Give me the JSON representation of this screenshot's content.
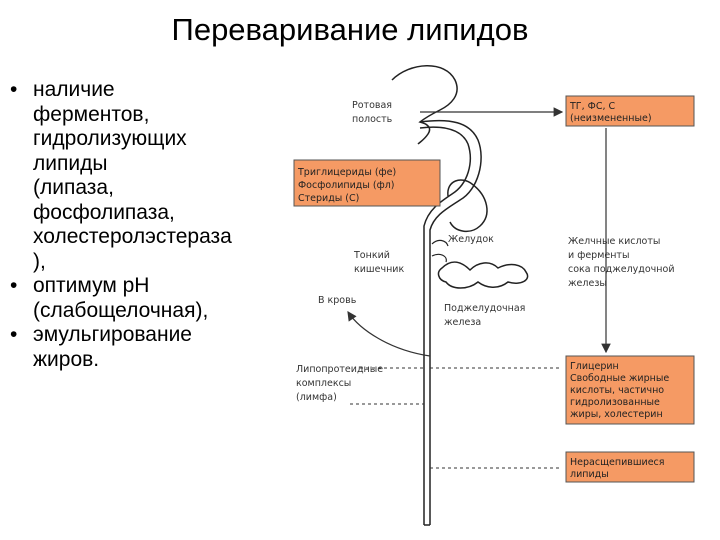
{
  "title": "Переваривание липидов",
  "bullets": [
    {
      "text": " наличие\nферментов,\nгидролизующих\nлипиды\n(липаза,\nфосфолипаза,\nхолестеролэстераза\n),"
    },
    {
      "text": " оптимум рН\n(слабощелочная),"
    },
    {
      "text": " эмульгирование\nжиров."
    }
  ],
  "diagram": {
    "labels": {
      "mouth": [
        "Ротовая",
        "полость"
      ],
      "stomach": [
        "Желудок"
      ],
      "intestine": [
        "Тонкий",
        "кишечник"
      ],
      "pancreas": [
        "Поджелудочная",
        "железа"
      ],
      "blood": [
        "В кровь"
      ],
      "lipoproteins": [
        "Липопротеидные",
        "комплексы",
        "(лимфа)"
      ],
      "bile": [
        "Желчные кислоты",
        "и ферменты",
        "сока поджелудочной",
        "железы"
      ]
    },
    "boxes": {
      "input": [
        "Триглицериды (фе)",
        "Фосфолипиды (фл)",
        "Стериды (С)"
      ],
      "unchanged": [
        "ТГ, ФС, С",
        "(неизмененные)"
      ],
      "products": [
        "Глицерин",
        "Свободные жирные",
        "кислоты, частично",
        "гидролизованные",
        "жиры, холестерин"
      ],
      "undigested": [
        "Нерасщепившиеся",
        "липиды"
      ]
    },
    "box_fill": "#f59a64",
    "box_stroke": "#555555"
  }
}
